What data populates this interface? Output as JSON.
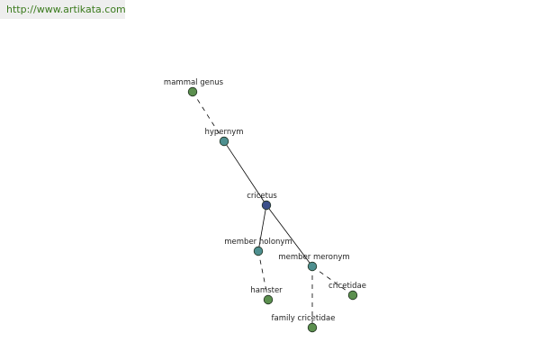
{
  "watermark": {
    "text": "http://www.artikata.com"
  },
  "colors": {
    "watermark_text": "#3a7a1c",
    "watermark_bg": "#eeeeee",
    "edge": "#000000",
    "leaf_node": "#5b8f4e",
    "relation_node": "#4e8f8f",
    "center_node": "#3b4f8a"
  },
  "nodes": [
    {
      "id": "mammal-genus",
      "label": "mammal genus",
      "kind": "leaf"
    },
    {
      "id": "hypernym",
      "label": "hypernym",
      "kind": "relation"
    },
    {
      "id": "cricetus",
      "label": "cricetus",
      "kind": "center"
    },
    {
      "id": "member-holonym",
      "label": "member holonym",
      "kind": "relation"
    },
    {
      "id": "member-meronym",
      "label": "member meronym",
      "kind": "relation"
    },
    {
      "id": "hamster",
      "label": "hamster",
      "kind": "leaf"
    },
    {
      "id": "cricetidae",
      "label": "cricetidae",
      "kind": "leaf"
    },
    {
      "id": "family-cricetidae",
      "label": "family cricetidae",
      "kind": "leaf"
    }
  ],
  "edges": [
    {
      "from": "mammal-genus",
      "to": "hypernym",
      "style": "dashed"
    },
    {
      "from": "hypernym",
      "to": "cricetus",
      "style": "solid"
    },
    {
      "from": "cricetus",
      "to": "member-holonym",
      "style": "solid"
    },
    {
      "from": "cricetus",
      "to": "member-meronym",
      "style": "solid"
    },
    {
      "from": "member-holonym",
      "to": "hamster",
      "style": "dashed"
    },
    {
      "from": "member-meronym",
      "to": "cricetidae",
      "style": "dashed"
    },
    {
      "from": "member-meronym",
      "to": "family-cricetidae",
      "style": "dashed"
    }
  ]
}
